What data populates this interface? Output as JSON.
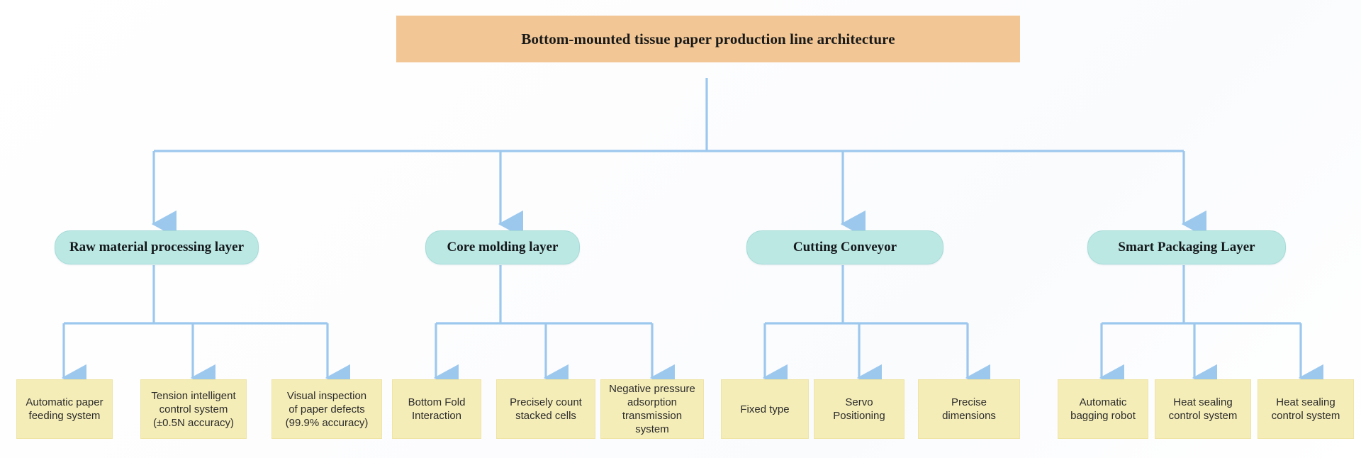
{
  "diagram": {
    "title": "Bottom-mounted tissue paper production line architecture",
    "type": "tree",
    "orientation": "top-down",
    "colors": {
      "root_fill": "#f2c795",
      "layer_fill": "#bce8e4",
      "layer_border": "#a6dcd7",
      "leaf_fill": "#f5edb8",
      "leaf_border": "#efe4a4",
      "connector": "#9dc8ee",
      "root_text": "#1a1a1a",
      "layer_text": "#14181b",
      "leaf_text": "#2b2b2b",
      "background": "#ffffff"
    }
  },
  "root": {
    "label": "Bottom-mounted tissue paper production line architecture"
  },
  "layers": [
    {
      "label": "Raw material processing layer",
      "children": [
        {
          "lines": [
            "Automatic paper",
            "feeding system"
          ]
        },
        {
          "lines": [
            "Tension intelligent",
            "control system",
            "(±0.5N accuracy)"
          ]
        },
        {
          "lines": [
            "Visual inspection",
            "of paper defects",
            "(99.9% accuracy)"
          ]
        }
      ]
    },
    {
      "label": "Core molding layer",
      "children": [
        {
          "lines": [
            "Bottom Fold",
            "Interaction"
          ]
        },
        {
          "lines": [
            "Precisely count",
            "stacked cells"
          ]
        },
        {
          "lines": [
            "Negative pressure",
            "adsorption",
            "transmission",
            "system"
          ]
        }
      ]
    },
    {
      "label": "Cutting Conveyor",
      "children": [
        {
          "lines": [
            "Fixed type"
          ]
        },
        {
          "lines": [
            "Servo",
            "Positioning"
          ]
        },
        {
          "lines": [
            "Precise",
            "dimensions"
          ]
        }
      ]
    },
    {
      "label": "Smart Packaging Layer",
      "children": [
        {
          "lines": [
            "Automatic",
            "bagging robot"
          ]
        },
        {
          "lines": [
            "Heat sealing",
            "control system"
          ]
        },
        {
          "lines": [
            "Heat sealing",
            "control system"
          ]
        }
      ]
    }
  ]
}
